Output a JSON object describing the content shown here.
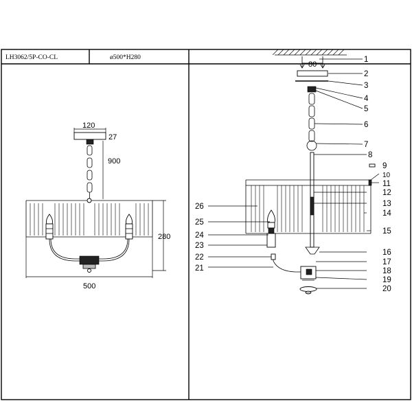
{
  "header": {
    "model": "LH3062/5P-CO-CL",
    "size": "ø500*H280"
  },
  "left_view": {
    "dim_canopy_width": "120",
    "dim_canopy_height": "27",
    "dim_chain_length": "900",
    "dim_height": "280",
    "dim_diameter": "500"
  },
  "right_view": {
    "dim_mount": "80",
    "part_numbers": [
      "1",
      "2",
      "3",
      "4",
      "5",
      "6",
      "7",
      "8",
      "9",
      "10",
      "11",
      "12",
      "13",
      "14",
      "15",
      "16",
      "17",
      "18",
      "19",
      "20",
      "21",
      "22",
      "23",
      "24",
      "25",
      "26"
    ]
  }
}
